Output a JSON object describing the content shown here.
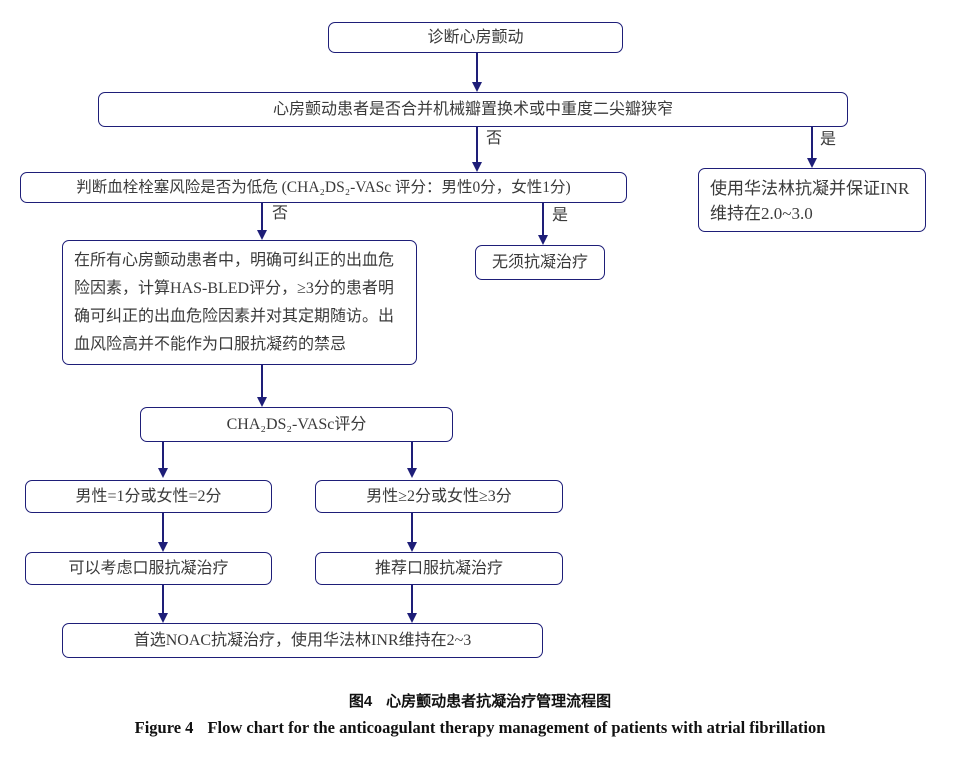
{
  "flowchart": {
    "colors": {
      "line": "#1e1e78",
      "box_border": "#1e1e78",
      "text": "#3a3a3a"
    },
    "nodes": {
      "diagnose": {
        "text": "诊断心房颤动"
      },
      "mechanical_valve": {
        "text": "心房颤动患者是否合并机械瓣置换术或中重度二尖瓣狭窄"
      },
      "warfarin_inr": {
        "line1": "使用华法林抗凝并保证INR",
        "line2": "维持在2.0~3.0"
      },
      "thromboembolism_risk": {
        "text": "判断血栓栓塞风险是否为低危 (CHA₂DS₂-VASc 评分：男性0分，女性1分)"
      },
      "no_anticoagulation": {
        "text": "无须抗凝治疗"
      },
      "bleeding_risk": {
        "text": "在所有心房颤动患者中，明确可纠正的出血危险因素，计算HAS-BLED评分，≥3分的患者明确可纠正的出血危险因素并对其定期随访。出血风险高并不能作为口服抗凝药的禁忌"
      },
      "chads_vasc_score": {
        "text": "CHA₂DS₂-VASc评分"
      },
      "score_low": {
        "text": "男性=1分或女性=2分"
      },
      "score_high": {
        "text": "男性≥2分或女性≥3分"
      },
      "consider_oac": {
        "text": "可以考虑口服抗凝治疗"
      },
      "recommend_oac": {
        "text": "推荐口服抗凝治疗"
      },
      "noac_first": {
        "text": "首选NOAC抗凝治疗，使用华法林INR维持在2~3"
      }
    },
    "edge_labels": {
      "no": "否",
      "yes": "是"
    }
  },
  "caption": {
    "zh_label": "图4",
    "zh_title": "心房颤动患者抗凝治疗管理流程图",
    "en_label": "Figure 4",
    "en_title": "Flow chart for the anticoagulant therapy management of patients with atrial fibrillation"
  }
}
